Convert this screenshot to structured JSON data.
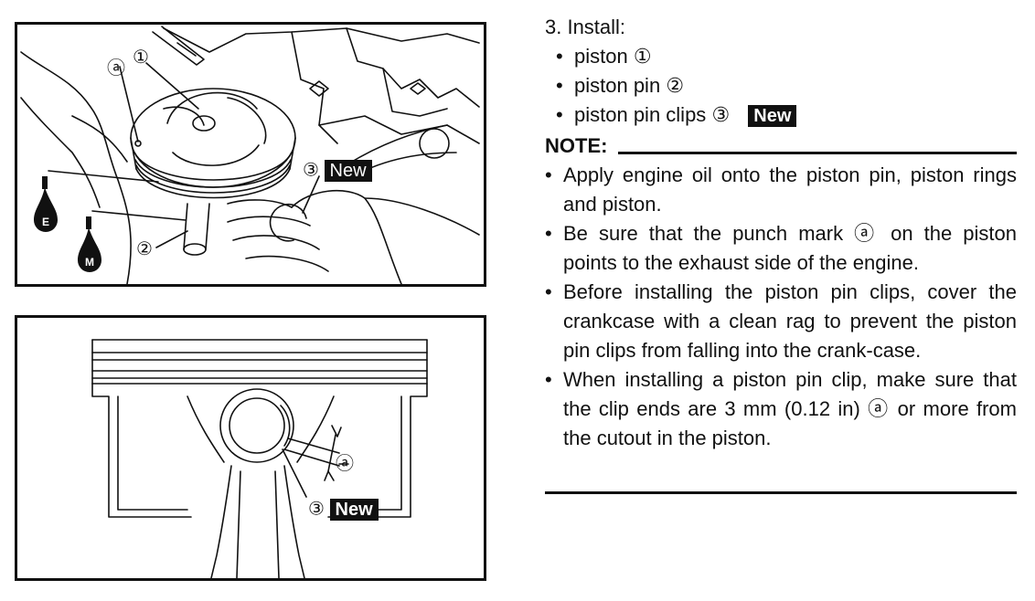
{
  "figure1": {
    "callouts": {
      "a": "ⓐ",
      "one": "①",
      "two": "②",
      "three": "③",
      "new": "New"
    },
    "icons": [
      "engine-oil-icon",
      "molybdenum-grease-icon"
    ],
    "icon_letters": {
      "e": "E",
      "m": "M"
    }
  },
  "figure2": {
    "callouts": {
      "a": "ⓐ",
      "three": "③",
      "new": "New"
    }
  },
  "instructions": {
    "step": "3. Install:",
    "items": [
      {
        "text": "piston",
        "ref": "①"
      },
      {
        "text": "piston pin",
        "ref": "②"
      },
      {
        "text": "piston pin clips",
        "ref": "③",
        "tag": "New"
      }
    ],
    "note_label": "NOTE:",
    "notes": [
      "Apply engine oil onto the piston pin, piston rings and piston.",
      "Be sure that the punch mark ⓐ on the piston points to the exhaust side of the engine.",
      "Before installing the piston pin clips, cover the crankcase with a clean rag to prevent the piston pin clips from falling into the crank-case.",
      "When installing a piston pin clip, make sure that the clip ends are 3 mm (0.12 in) ⓐ or more from the cutout in the piston."
    ]
  }
}
